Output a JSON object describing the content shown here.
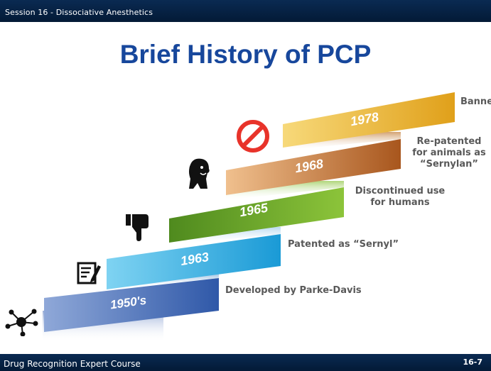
{
  "header": {
    "session": "Session 16 - Dissociative Anesthetics"
  },
  "title": "Brief History of PCP",
  "timeline": [
    {
      "year": "1950's",
      "label": "Developed by Parke-Davis",
      "color": "#3a66b5",
      "icon": "molecule-icon"
    },
    {
      "year": "1963",
      "label": "Patented as “Sernyl”",
      "color": "#1fa6dc",
      "icon": "prescription-icon"
    },
    {
      "year": "1965",
      "label": "Discontinued use for humans",
      "color": "#7bb128",
      "icon": "thumbs-down-icon"
    },
    {
      "year": "1968",
      "label": "Re-patented for animals as “Sernylan”",
      "color": "#c97a35",
      "icon": "dog-icon"
    },
    {
      "year": "1978",
      "label": "Banned",
      "color": "#e6ab1f",
      "icon": "prohibited-icon"
    }
  ],
  "footer": {
    "course": "Drug Recognition Expert Course",
    "slide_number": "16-7"
  }
}
